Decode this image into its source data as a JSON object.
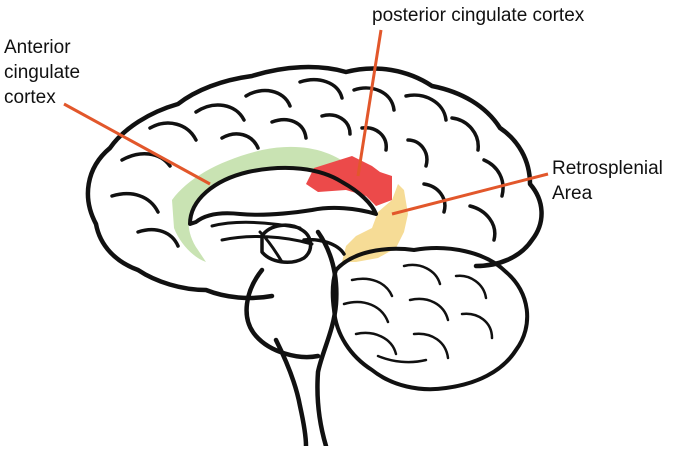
{
  "labels": {
    "anterior_cingulate": [
      "Anterior",
      "cingulate",
      "cortex"
    ],
    "posterior_cingulate": "posterior cingulate cortex",
    "retrosplenial": [
      "Retrosplenial",
      "Area"
    ]
  },
  "colors": {
    "anterior_cingulate_fill": "#c9e3b3",
    "posterior_cingulate_fill": "#ec4a4a",
    "retrosplenial_fill": "#f6dc96",
    "pointer_line": "#e2572b",
    "outline": "#111111"
  }
}
